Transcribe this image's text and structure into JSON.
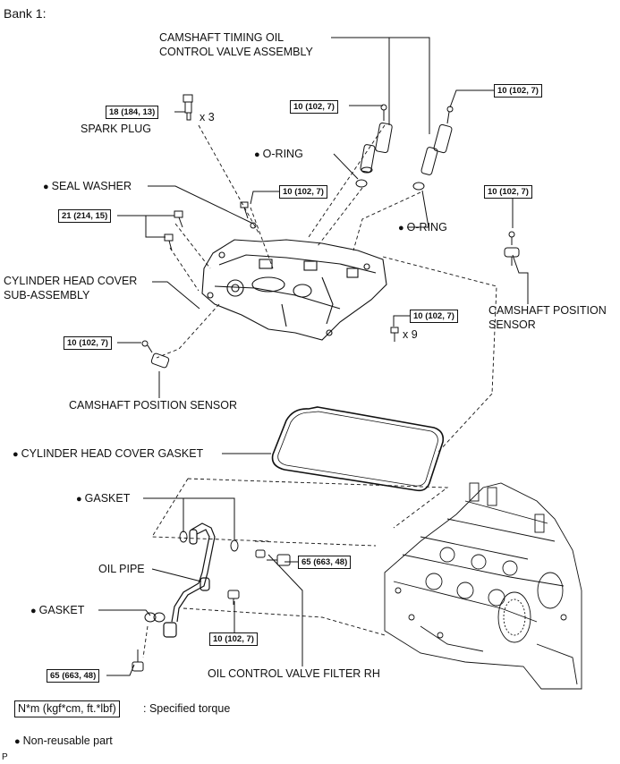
{
  "title": "Bank 1:",
  "labels": {
    "camshaft_timing_valve_line1": "CAMSHAFT TIMING OIL",
    "camshaft_timing_valve_line2": "CONTROL VALVE ASSEMBLY",
    "spark_plug": "SPARK PLUG",
    "spark_plug_qty": "x 3",
    "o_ring_top": "O-RING",
    "o_ring_right": "O-RING",
    "seal_washer": "SEAL WASHER",
    "cyl_head_cover_line1": "CYLINDER HEAD COVER",
    "cyl_head_cover_line2": "SUB-ASSEMBLY",
    "cam_pos_sensor_right_line1": "CAMSHAFT POSITION",
    "cam_pos_sensor_right_line2": "SENSOR",
    "bolt_qty_9": "x 9",
    "cam_pos_sensor_left": "CAMSHAFT POSITION SENSOR",
    "cyl_head_cover_gasket": "CYLINDER HEAD COVER GASKET",
    "gasket_top": "GASKET",
    "oil_pipe": "OIL PIPE",
    "gasket_left": "GASKET",
    "oil_control_valve_filter": "OIL CONTROL VALVE FILTER RH"
  },
  "torques": {
    "spark_plug": "18 (184, 13)",
    "valve_left": "10 (102, 7)",
    "valve_right": "10 (102, 7)",
    "seal_washer_bolt": "10 (102, 7)",
    "cover_bolts_21": "21 (214, 15)",
    "cam_sensor_right": "10 (102, 7)",
    "cover_bolts_x9": "10 (102, 7)",
    "cam_sensor_left": "10 (102, 7)",
    "oil_pipe_union_right": "65 (663, 48)",
    "oil_pipe_bolt": "10 (102, 7)",
    "oil_pipe_union_left": "65 (663, 48)"
  },
  "legend": {
    "torque_key": "N*m (kgf*cm, ft.*lbf)",
    "torque_desc": ": Specified torque",
    "non_reusable": "Non-reusable part"
  },
  "footer_mark": "P"
}
